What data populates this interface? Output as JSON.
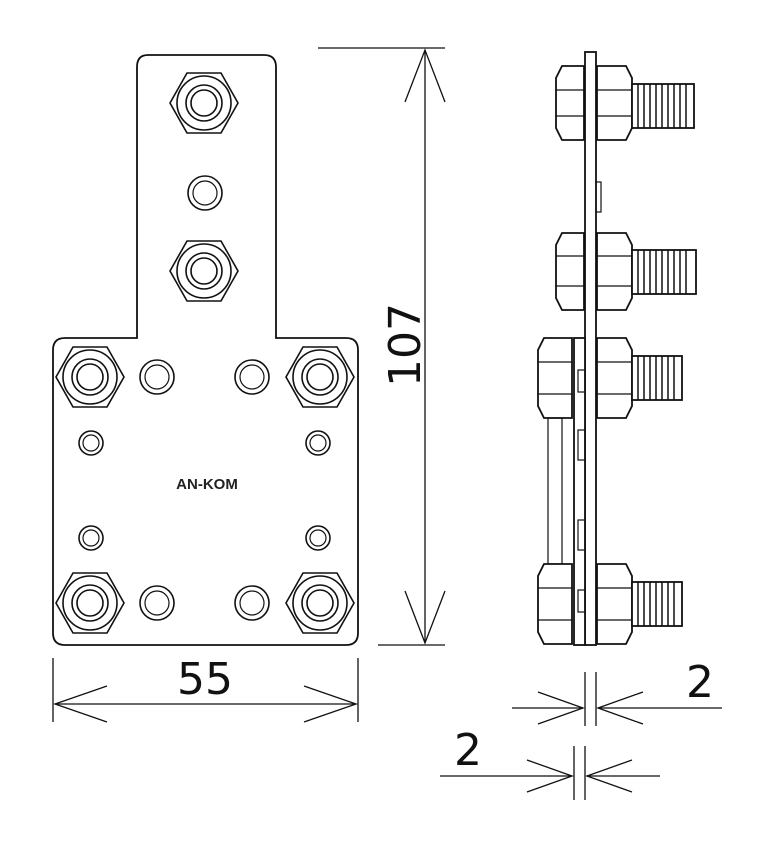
{
  "drawing": {
    "brand_label": "AN-KOM",
    "dimensions": {
      "height": "107",
      "width": "55",
      "plate_thickness_top": "2",
      "plate_thickness_bottom": "2"
    }
  }
}
